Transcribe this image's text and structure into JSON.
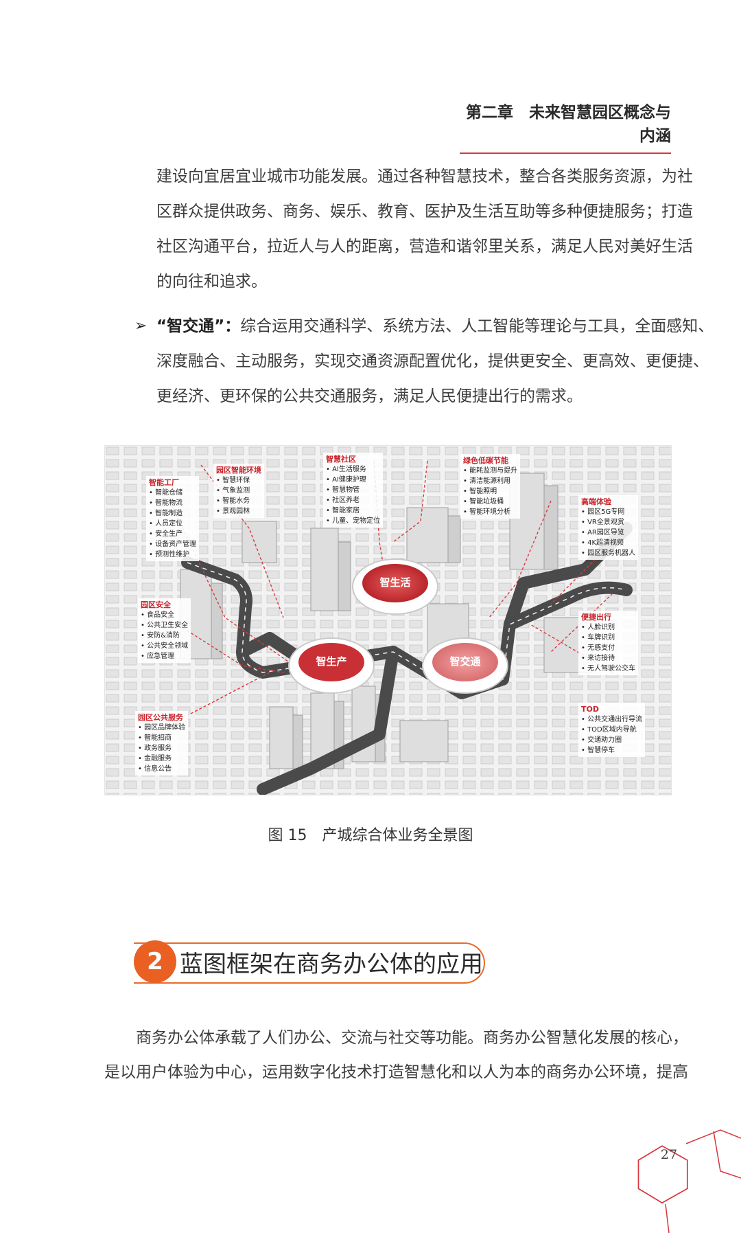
{
  "header": {
    "chapter": "第二章　未来智慧园区概念与内涵"
  },
  "paragraph1": {
    "lines": [
      "建设向宜居宜业城市功能发展。通过各种智慧技术，整合各类服务资源，为社",
      "区群众提供政务、商务、娱乐、教育、医护及生活互助等多种便捷服务；打造",
      "社区沟通平台，拉近人与人的距离，营造和谐邻里关系，满足人民对美好生活",
      "的向往和追求。"
    ]
  },
  "bullet": {
    "mark": "➢",
    "term": "“智交通”：",
    "lines": [
      "综合运用交通科学、系统方法、人工智能等理论与工具，全面感知、",
      "深度融合、主动服务，实现交通资源配置优化，提供更安全、更高效、更便捷、",
      "更经济、更环保的公共交通服务，满足人民便捷出行的需求。"
    ]
  },
  "figure": {
    "hubs": {
      "life": "智生活",
      "production": "智生产",
      "traffic": "智交通"
    },
    "groups": [
      {
        "title": "智能工厂",
        "items": [
          "智能仓储",
          "智能物流",
          "智能制造",
          "人员定位",
          "安全生产",
          "设备资产管理",
          "预测性维护"
        ]
      },
      {
        "title": "园区智能环境",
        "items": [
          "智慧环保",
          "气象监测",
          "智能水务",
          "景观园林"
        ]
      },
      {
        "title": "智慧社区",
        "items": [
          "AI生活服务",
          "AI健康护理",
          "智慧物管",
          "社区养老",
          "智能家居",
          "儿童、宠物定位"
        ]
      },
      {
        "title": "绿色低碳节能",
        "items": [
          "能耗监测与提升",
          "清洁能源利用",
          "智能照明",
          "智能垃圾桶",
          "智能环境分析"
        ]
      },
      {
        "title": "高端体验",
        "items": [
          "园区5G专网",
          "VR全景观赏",
          "AR园区导览",
          "4K超清视频",
          "园区服务机器人"
        ]
      },
      {
        "title": "园区安全",
        "items": [
          "食品安全",
          "公共卫生安全",
          "安防&消防",
          "公共安全领域",
          "应急管理"
        ]
      },
      {
        "title": "便捷出行",
        "items": [
          "人脸识别",
          "车牌识别",
          "无感支付",
          "来访接待",
          "无人驾驶公交车"
        ]
      },
      {
        "title": "园区公共服务",
        "items": [
          "园区品牌体验",
          "智能招商",
          "政务服务",
          "金融服务",
          "信息公告"
        ]
      },
      {
        "title": "TOD",
        "items": [
          "公共交通出行导流",
          "TOD区域内导航",
          "交通助力圈",
          "智慧停车"
        ]
      }
    ]
  },
  "caption": "图 15　产城综合体业务全景图",
  "section": {
    "number": "2",
    "title": "蓝图框架在商务办公体的应用"
  },
  "paragraph2": {
    "lines": [
      "　　商务办公体承载了人们办公、交流与社交等功能。商务办公智慧化发展的核心，",
      "是以用户体验为中心，运用数字化技术打造智慧化和以人为本的商务办公环境，提高"
    ]
  },
  "page": {
    "number": "27"
  },
  "colors": {
    "accent_red": "#d9363e",
    "accent_orange": "#ea5f22"
  }
}
